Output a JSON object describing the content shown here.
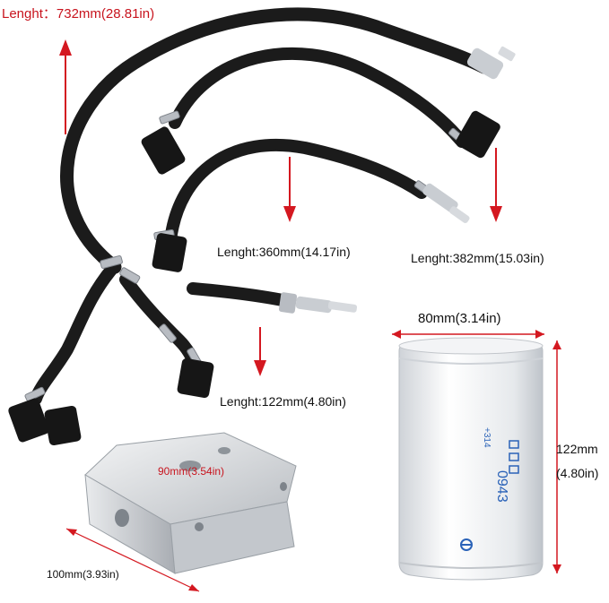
{
  "labels": {
    "total_length": "Lenght：732mm(28.81in)",
    "hose_360": "Lenght:360mm(14.17in)",
    "hose_382": "Lenght:382mm(15.03in)",
    "hose_122": "Lenght:122mm(4.80in)",
    "filter_width": "80mm(3.14in)",
    "filter_height_mm": "122mm",
    "filter_height_in": "(4.80in)",
    "adapter_width": "90mm(3.54in)",
    "adapter_length": "100mm(3.93in)"
  },
  "filter_print": {
    "part_number": "0943",
    "code": "+314"
  },
  "colors": {
    "arrow": "#d41820",
    "hose": "#1b1b1b",
    "clamp": "#b8bcc2",
    "aluminum": "#d9dcdf",
    "filter": "#eef0f2",
    "filter_print": "#2a62b8"
  }
}
